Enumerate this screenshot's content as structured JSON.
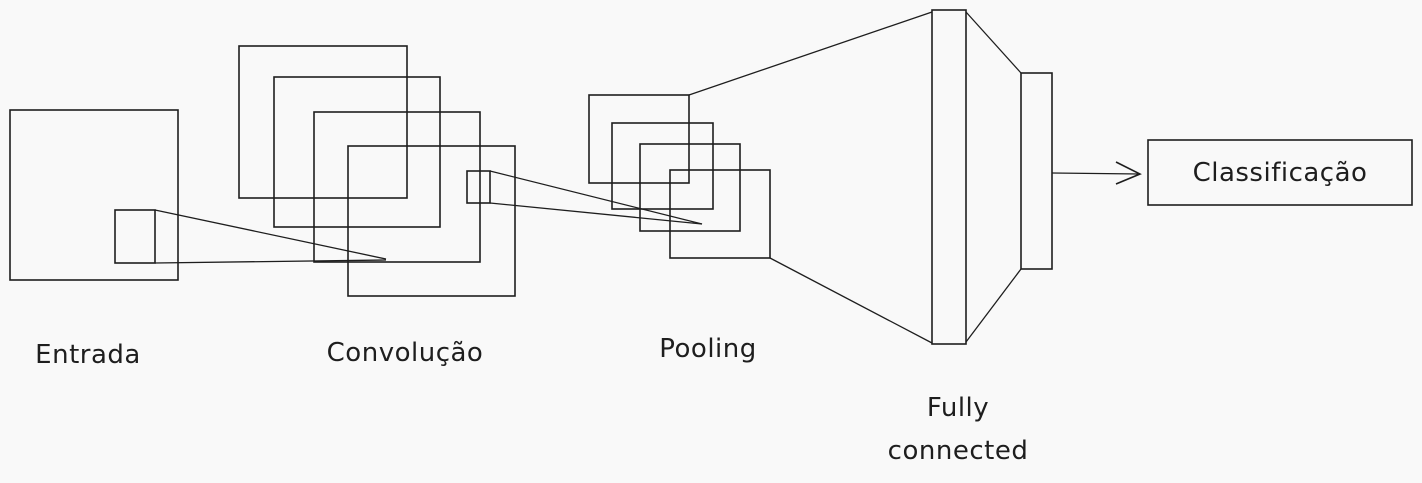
{
  "labels": {
    "input": "Entrada",
    "convolution": "Convolução",
    "pooling": "Pooling",
    "fc_line1": "Fully",
    "fc_line2": "connected",
    "output": "Classificação"
  },
  "colors": {
    "background": "#f9f9f9",
    "input": "#3380db",
    "kernel": "#f04a24",
    "convolution": "#f5b436",
    "pooling": "#a566e6",
    "fully_connected": "#fa4479",
    "stroke": "#1e1e1e",
    "output_box": "#ffffff"
  }
}
